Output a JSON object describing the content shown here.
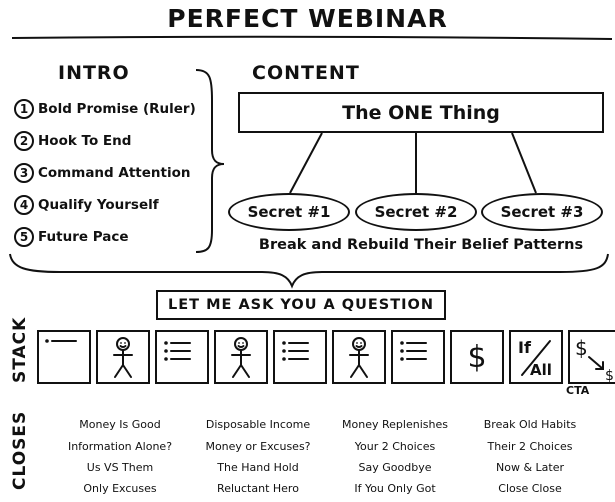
{
  "title": "PERFECT WEBINAR",
  "intro": {
    "heading": "INTRO",
    "items": [
      {
        "num": "1",
        "label": "Bold Promise (Ruler)"
      },
      {
        "num": "2",
        "label": "Hook To End"
      },
      {
        "num": "3",
        "label": "Command Attention"
      },
      {
        "num": "4",
        "label": "Qualify Yourself"
      },
      {
        "num": "5",
        "label": "Future Pace"
      }
    ]
  },
  "content": {
    "heading": "CONTENT",
    "one_thing": "The ONE Thing",
    "secrets": [
      "Secret #1",
      "Secret #2",
      "Secret #3"
    ],
    "belief": "Break and Rebuild Their Belief Patterns"
  },
  "question": "LET ME ASK YOU A QUESTION",
  "stack": {
    "label": "STACK",
    "cta": "CTA",
    "boxes": [
      {
        "icon": "single-line-icon"
      },
      {
        "icon": "stick-figure-icon"
      },
      {
        "icon": "list-icon"
      },
      {
        "icon": "stick-figure-icon"
      },
      {
        "icon": "list-icon"
      },
      {
        "icon": "stick-figure-icon"
      },
      {
        "icon": "list-icon"
      },
      {
        "icon": "dollar-icon",
        "text": "$"
      },
      {
        "icon": "if-all-icon",
        "text_top": "If",
        "text_bottom": "All"
      },
      {
        "icon": "dollar-arrow-icon",
        "text_top": "$",
        "text_bottom": "$"
      }
    ]
  },
  "closes": {
    "label": "CLOSES",
    "columns": [
      [
        "Money Is Good",
        "Information Alone?",
        "Us VS Them",
        "Only Excuses"
      ],
      [
        "Disposable Income",
        "Money or Excuses?",
        "The Hand Hold",
        "Reluctant Hero"
      ],
      [
        "Money Replenishes",
        "Your 2 Choices",
        "Say Goodbye",
        "If You Only Got"
      ],
      [
        "Break Old Habits",
        "Their 2 Choices",
        "Now & Later",
        "Close Close"
      ]
    ]
  }
}
